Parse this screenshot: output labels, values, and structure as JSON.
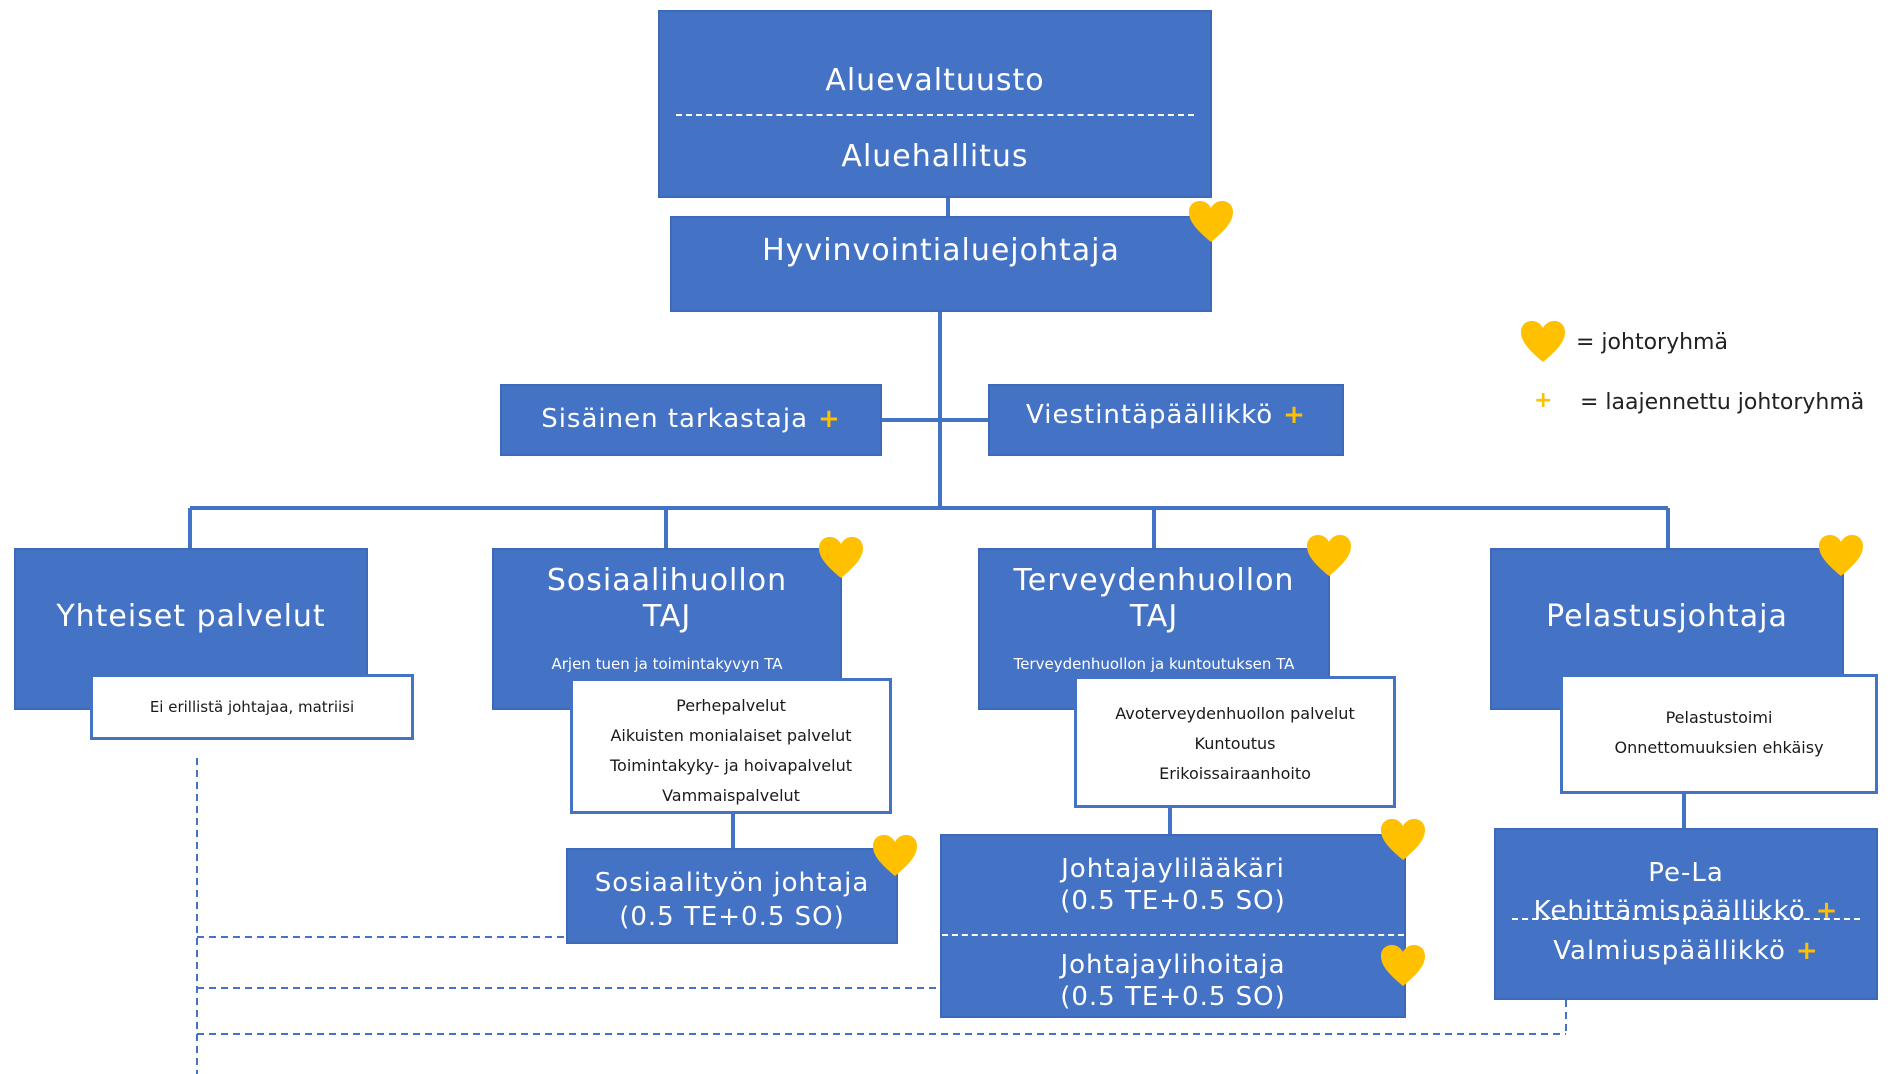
{
  "colors": {
    "box": "#4472c4",
    "heart": "#ffc000",
    "line": "#4472c4"
  },
  "top": {
    "council": "Aluevaltuusto",
    "board": "Aluehallitus"
  },
  "director": {
    "label": "Hyvinvointialuejohtaja",
    "badge": "heart-icon"
  },
  "staff": [
    {
      "label": "Sisäinen tarkastaja",
      "plus": "+"
    },
    {
      "label": "Viestintäpäällikkö",
      "plus": "+"
    }
  ],
  "legend": {
    "heart_text": "= johtoryhmä",
    "plus_symbol": "+",
    "plus_text": "= laajennettu johtoryhmä"
  },
  "units": {
    "common": {
      "title": "Yhteiset palvelut",
      "note": "Ei erillistä johtajaa, matriisi"
    },
    "social": {
      "title_line1": "Sosiaalihuollon",
      "title_line2": "TAJ",
      "area": "Arjen tuen ja toimintakyvyn TA",
      "services": [
        "Perhepalvelut",
        "Aikuisten monialaiset palvelut",
        "Toimintakyky- ja hoivapalvelut",
        "Vammaispalvelut"
      ],
      "sub_title": "Sosiaalityön johtaja",
      "sub_detail": "(0.5 TE+0.5 SO)"
    },
    "health": {
      "title_line1": "Terveydenhuollon",
      "title_line2": "TAJ",
      "area": "Terveydenhuollon ja kuntoutuksen TA",
      "services": [
        "Avoterveydenhuollon palvelut",
        "Kuntoutus",
        "Erikoissairaanhoito"
      ],
      "sub1_title": "Johtajaylilääkäri",
      "sub1_detail": "(0.5 TE+0.5 SO)",
      "sub2_title": "Johtajaylihoitaja",
      "sub2_detail": "(0.5 TE+0.5 SO)"
    },
    "rescue": {
      "title": "Pelastusjohtaja",
      "services": [
        "Pelastustoimi",
        "Onnettomuuksien ehkäisy"
      ],
      "sub1": "Pe-La Kehittämispäällikkö",
      "sub2": "Valmiuspäällikkö",
      "plus": "+"
    }
  }
}
